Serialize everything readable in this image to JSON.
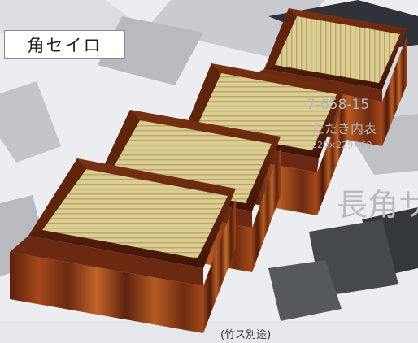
{
  "product": {
    "label": "角セイロ",
    "caption": "(竹ス別途)"
  },
  "background_text": {
    "code": "7-658-15",
    "size_label": "たたき内表",
    "dimensions": "229×229×60",
    "title": "長角サ"
  },
  "colors": {
    "background": "#ecedf0",
    "wood_dark": "#4a1c0a",
    "wood_mid": "#8b3a14",
    "wood_light": "#c2682a",
    "bamboo": "#d8c98f"
  }
}
